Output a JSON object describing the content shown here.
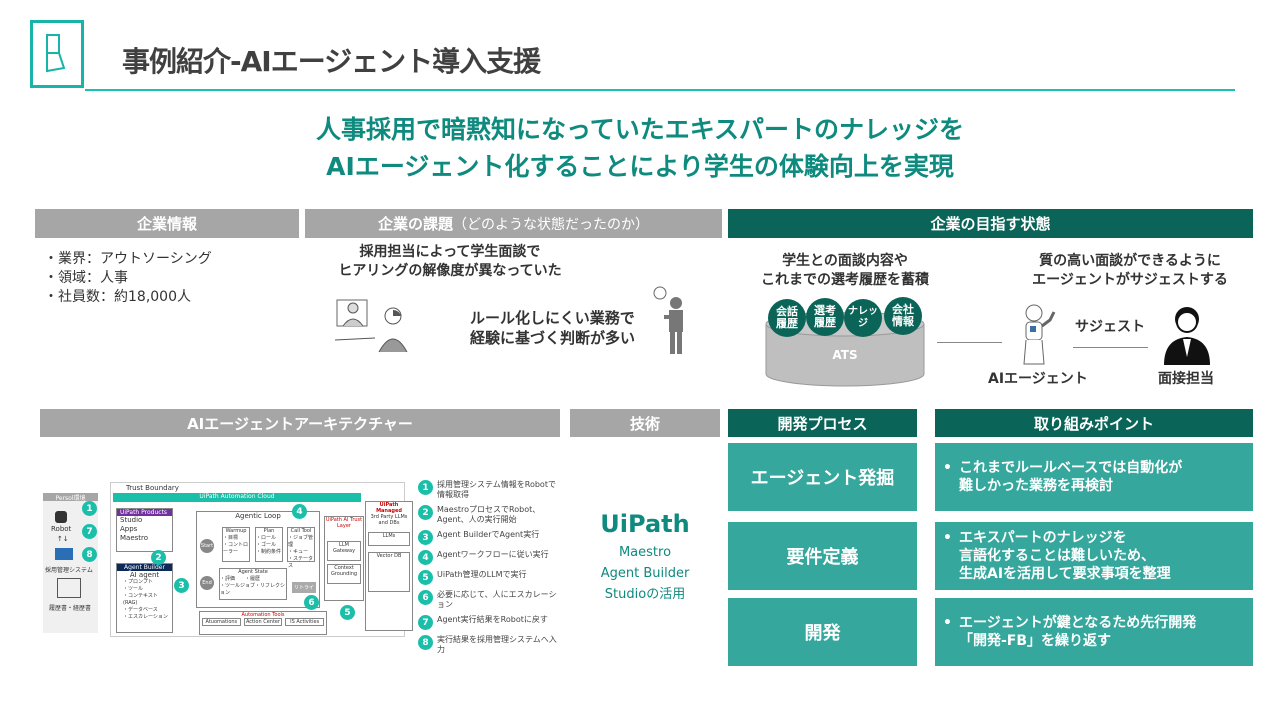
{
  "header": {
    "title": "事例紹介-AIエージェント導入支援"
  },
  "headline": {
    "line1": "人事採用で暗黙知になっていたエキスパートのナレッジを",
    "line2": "AIエージェント化することにより学生の体験向上を実現"
  },
  "company_info": {
    "header": "企業情報",
    "items": [
      "・業界：アウトソーシング",
      "・領域：人事",
      "・社員数：約18,000人"
    ]
  },
  "issues": {
    "header": "企業の課題",
    "header_sub": "（どのような状態だったのか）",
    "issue1": [
      "採用担当によって学生面談で",
      "ヒアリングの解像度が異なっていた"
    ],
    "issue2": [
      "ルール化しにくい業務で",
      "経験に基づく判断が多い"
    ]
  },
  "goal": {
    "header": "企業の目指す状態",
    "left_caption": [
      "学生との面談内容や",
      "これまでの選考履歴を蓄積"
    ],
    "right_caption": [
      "質の高い面談ができるように",
      "エージェントがサジェストする"
    ],
    "bubbles": [
      "会話\n履歴",
      "選考\n履歴",
      "ナレッジ",
      "会社\n情報"
    ],
    "db_label": "ATS",
    "agent_label": "AIエージェント",
    "suggest_label": "サジェスト",
    "person_label": "面接担当"
  },
  "architecture": {
    "header": "AIエージェントアーキテクチャー",
    "persol": "Persol環境",
    "robot": "Robot",
    "ats_system": "採用管理システム",
    "resumes": "履歴書・経歴書",
    "trust_boundary": "Trust Boundary",
    "cloud": "UiPath  Automation Cloud",
    "products_title": "UiPath Products",
    "products": [
      "Studio",
      "Apps",
      "Maestro"
    ],
    "agent_builder": "Agent Builder",
    "ai_agent": "AI agent",
    "ai_agent_items": [
      "・プロンプト",
      "・ツール",
      "・コンテキスト(RAG)",
      "・データベース",
      "・エスカレーション"
    ],
    "agentic_loop": "Agentic Loop",
    "start": "Start",
    "end": "End",
    "warmup": "Warmup",
    "warmup_items": [
      "・目標",
      "・コントローラー"
    ],
    "plan": "Plan",
    "plan_items": [
      "・ロール",
      "・ゴール",
      "・制約条件"
    ],
    "call_tool": "Call Tool",
    "call_tool_items": [
      "・ジョブ管理",
      "・キュー",
      "・ステータス"
    ],
    "agent_state": "Agent State",
    "agent_state_items": [
      "・評価　　・履歴",
      "・ツールジョブ・リフレクション"
    ],
    "retry": "リトライ",
    "automation_tools": "Automation Tools",
    "tools": [
      "Atuomations",
      "Action Center",
      "IS Activities"
    ],
    "trust_layer": "UiPath AI Trust Layer",
    "llm_gateway": "LLM Gateway",
    "context_grounding": "Context Grounding",
    "managed_title": "UiPath Managed",
    "managed_sub": "3rd Party LLMs and DBs",
    "llms": "LLMs",
    "vector_db": "Vector DB",
    "legend": [
      {
        "n": "1",
        "t": "採用管理システム情報をRobotで情報取得"
      },
      {
        "n": "2",
        "t": "MaestroプロセスでRobot、Agent、人の実行開始"
      },
      {
        "n": "3",
        "t": "Agent BuilderでAgent実行"
      },
      {
        "n": "4",
        "t": "Agentワークフローに従い実行"
      },
      {
        "n": "5",
        "t": "UiPath管理のLLMで実行"
      },
      {
        "n": "6",
        "t": "必要に応じて、人にエスカレーション"
      },
      {
        "n": "7",
        "t": "Agent実行結果をRobotに戻す"
      },
      {
        "n": "8",
        "t": "実行結果を採用管理システムへ入力"
      }
    ]
  },
  "tech": {
    "header": "技術",
    "brand": "UiPath",
    "items": [
      "Maestro",
      "Agent Builder",
      "Studioの活用"
    ]
  },
  "process": {
    "header": "開発プロセス",
    "steps": [
      "エージェント発掘",
      "要件定義",
      "開発"
    ]
  },
  "points": {
    "header": "取り組みポイント",
    "items": [
      [
        "これまでルールベースでは自動化が",
        "難しかった業務を再検討"
      ],
      [
        "エキスパートのナレッジを",
        "言語化することは難しいため、",
        "生成AIを活用して要求事項を整理"
      ],
      [
        "エージェントが鍵となるため先行開発",
        "「開発-FB」を繰り返す"
      ]
    ]
  },
  "colors": {
    "teal": "#19b4a8",
    "dark_green": "#0a6457",
    "process": "#35a79c",
    "gray": "#a6a6a6"
  }
}
